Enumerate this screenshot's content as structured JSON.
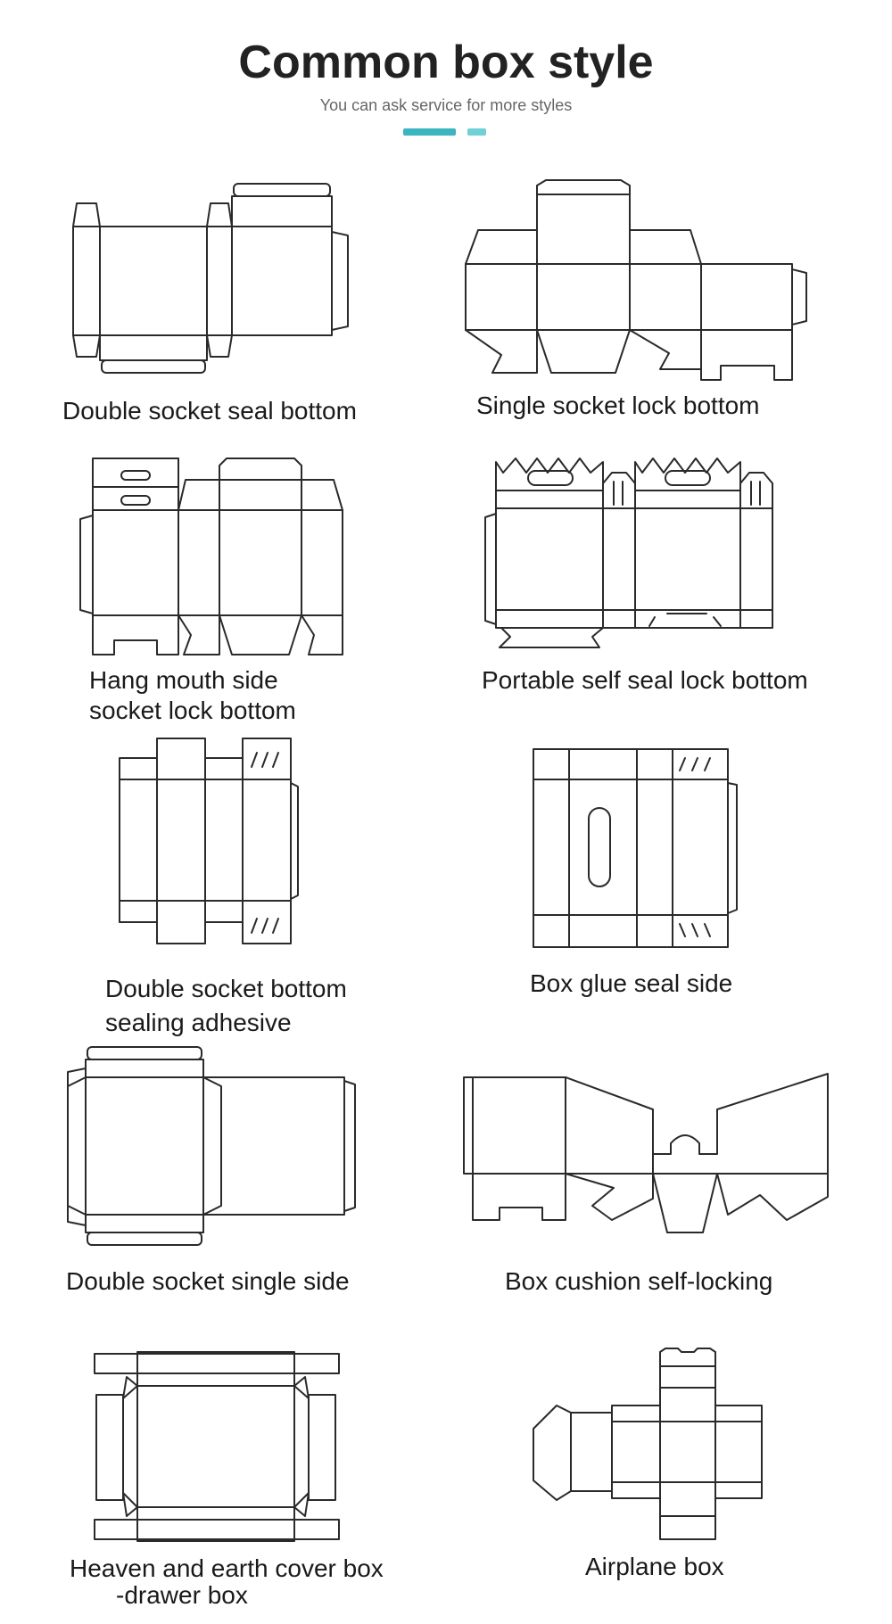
{
  "header": {
    "title": "Common box style",
    "subtitle": "You can ask service for more styles",
    "accent_color": "#3bb5bf",
    "accent_light_color": "#6fd0d6"
  },
  "styles": [
    {
      "caption_lines": [
        "Double socket seal bottom"
      ],
      "icon": "double-socket-seal-bottom-dieline"
    },
    {
      "caption_lines": [
        "Single socket lock bottom"
      ],
      "icon": "single-socket-lock-bottom-dieline"
    },
    {
      "caption_lines": [
        "Hang mouth side",
        "socket lock bottom"
      ],
      "icon": "hang-mouth-side-socket-lock-bottom-dieline"
    },
    {
      "caption_lines": [
        "Portable self seal lock bottom"
      ],
      "icon": "portable-self-seal-lock-bottom-dieline"
    },
    {
      "caption_lines": [
        "Double socket bottom",
        "sealing adhesive"
      ],
      "icon": "double-socket-bottom-sealing-adhesive-dieline"
    },
    {
      "caption_lines": [
        "Box glue seal side"
      ],
      "icon": "box-glue-seal-side-dieline"
    },
    {
      "caption_lines": [
        "Double socket single side"
      ],
      "icon": "double-socket-single-side-dieline"
    },
    {
      "caption_lines": [
        "Box cushion self-locking"
      ],
      "icon": "box-cushion-self-locking-dieline"
    },
    {
      "caption_lines": [
        "Heaven and earth cover box",
        "-drawer box"
      ],
      "icon": "heaven-earth-cover-drawer-box-dieline"
    },
    {
      "caption_lines": [
        "Airplane box"
      ],
      "icon": "airplane-box-dieline"
    }
  ]
}
